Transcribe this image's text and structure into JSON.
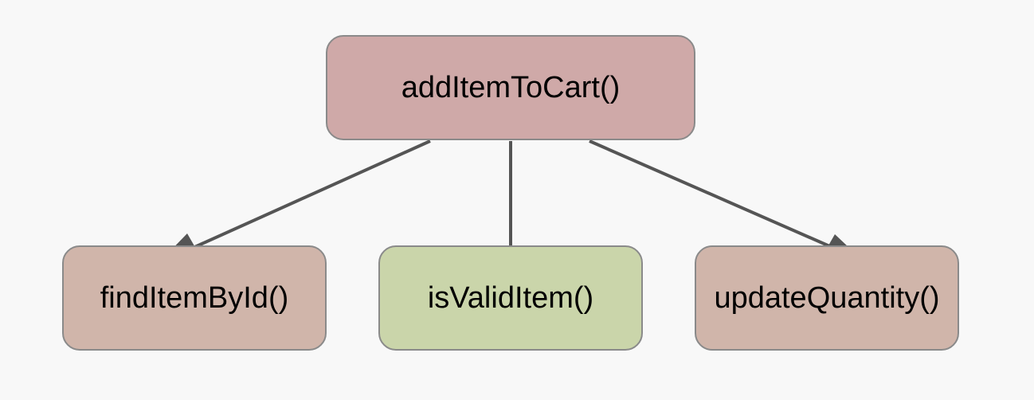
{
  "colors": {
    "background": "#f8f8f8",
    "edge": "#555555",
    "node_border": "#8a8a8a"
  },
  "diagram": {
    "root": {
      "label": "addItemToCart()",
      "color": "#cfa9a8"
    },
    "children": [
      {
        "label": "findItemById()",
        "color": "#d0b5aa"
      },
      {
        "label": "isValidItem()",
        "color": "#cad5aa"
      },
      {
        "label": "updateQuantity()",
        "color": "#d0b5aa"
      }
    ]
  }
}
